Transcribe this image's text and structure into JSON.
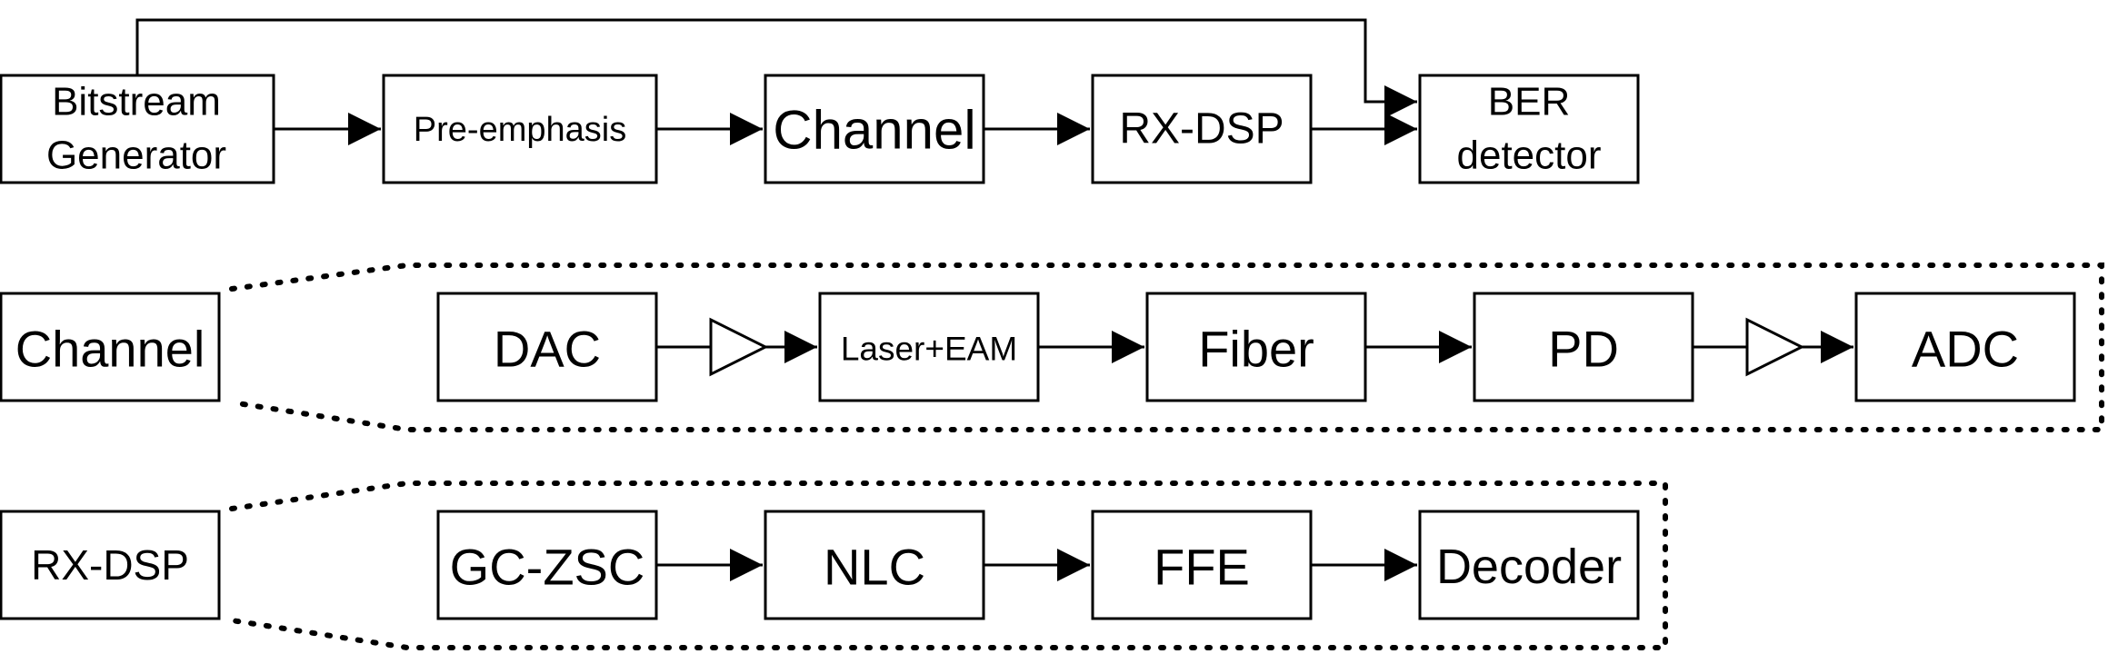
{
  "colors": {
    "stroke": "#000000",
    "fill": "#ffffff"
  },
  "top_row": {
    "bitstream_line1": "Bitstream",
    "bitstream_line2": "Generator",
    "preemphasis": "Pre-emphasis",
    "channel": "Channel",
    "rxdsp": "RX-DSP",
    "ber_line1": "BER",
    "ber_line2": "detector"
  },
  "channel_row": {
    "label": "Channel",
    "dac": "DAC",
    "laser": "Laser+EAM",
    "fiber": "Fiber",
    "pd": "PD",
    "adc": "ADC"
  },
  "dsp_row": {
    "label": "RX-DSP",
    "gczsc": "GC-ZSC",
    "nlc": "NLC",
    "ffe": "FFE",
    "decoder": "Decoder"
  }
}
